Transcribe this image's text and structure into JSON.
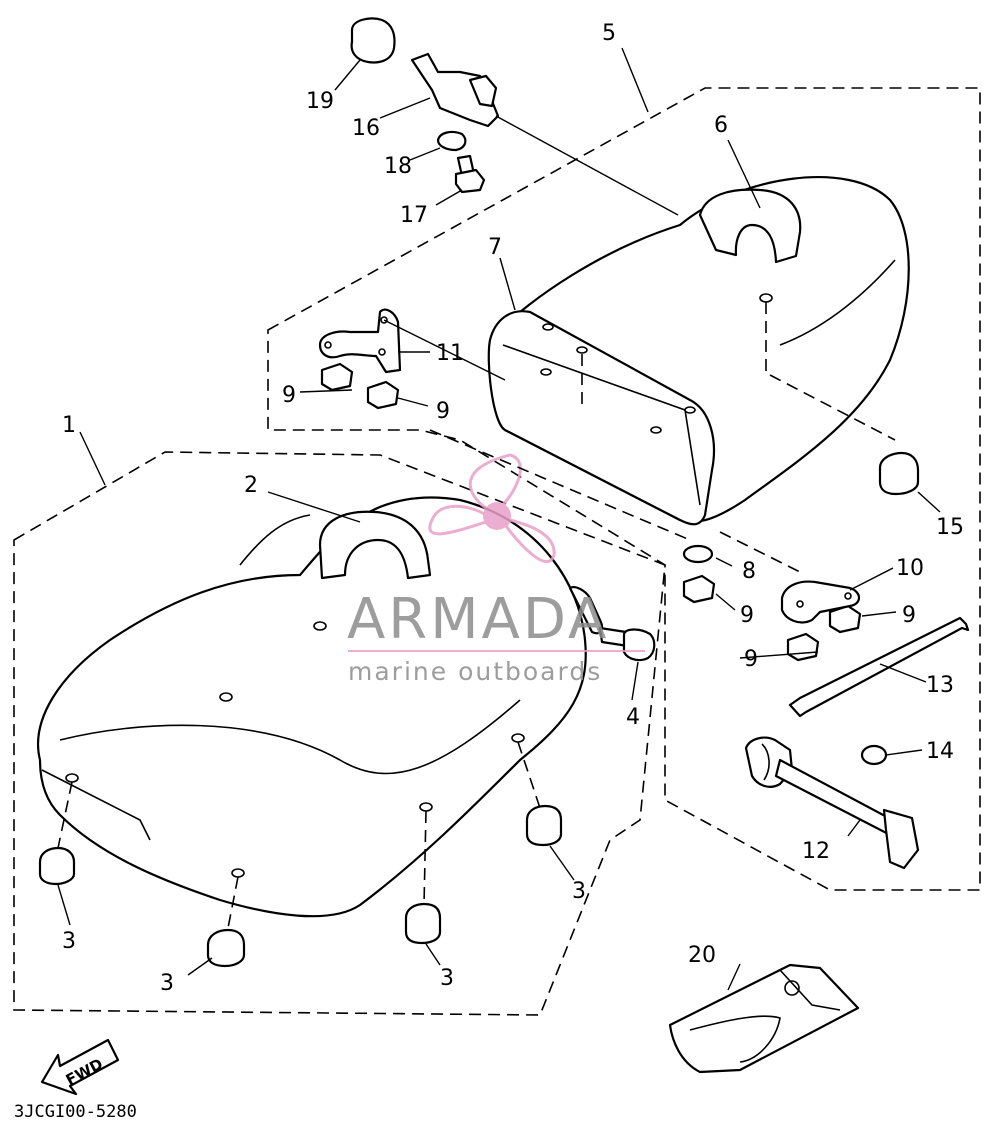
{
  "diagram": {
    "drawing_code": "3JCGI00-5280",
    "fwd_label": "FWD",
    "watermark": {
      "brand": "ARMADA",
      "tagline": "marine outboards",
      "color": "#e8a0c8",
      "text_color": "#8c8c8c"
    },
    "callouts": [
      "1",
      "2",
      "3",
      "3",
      "3",
      "3",
      "4",
      "5",
      "6",
      "7",
      "8",
      "9",
      "9",
      "9",
      "9",
      "9",
      "10",
      "11",
      "12",
      "13",
      "14",
      "15",
      "16",
      "17",
      "18",
      "19",
      "20"
    ]
  }
}
